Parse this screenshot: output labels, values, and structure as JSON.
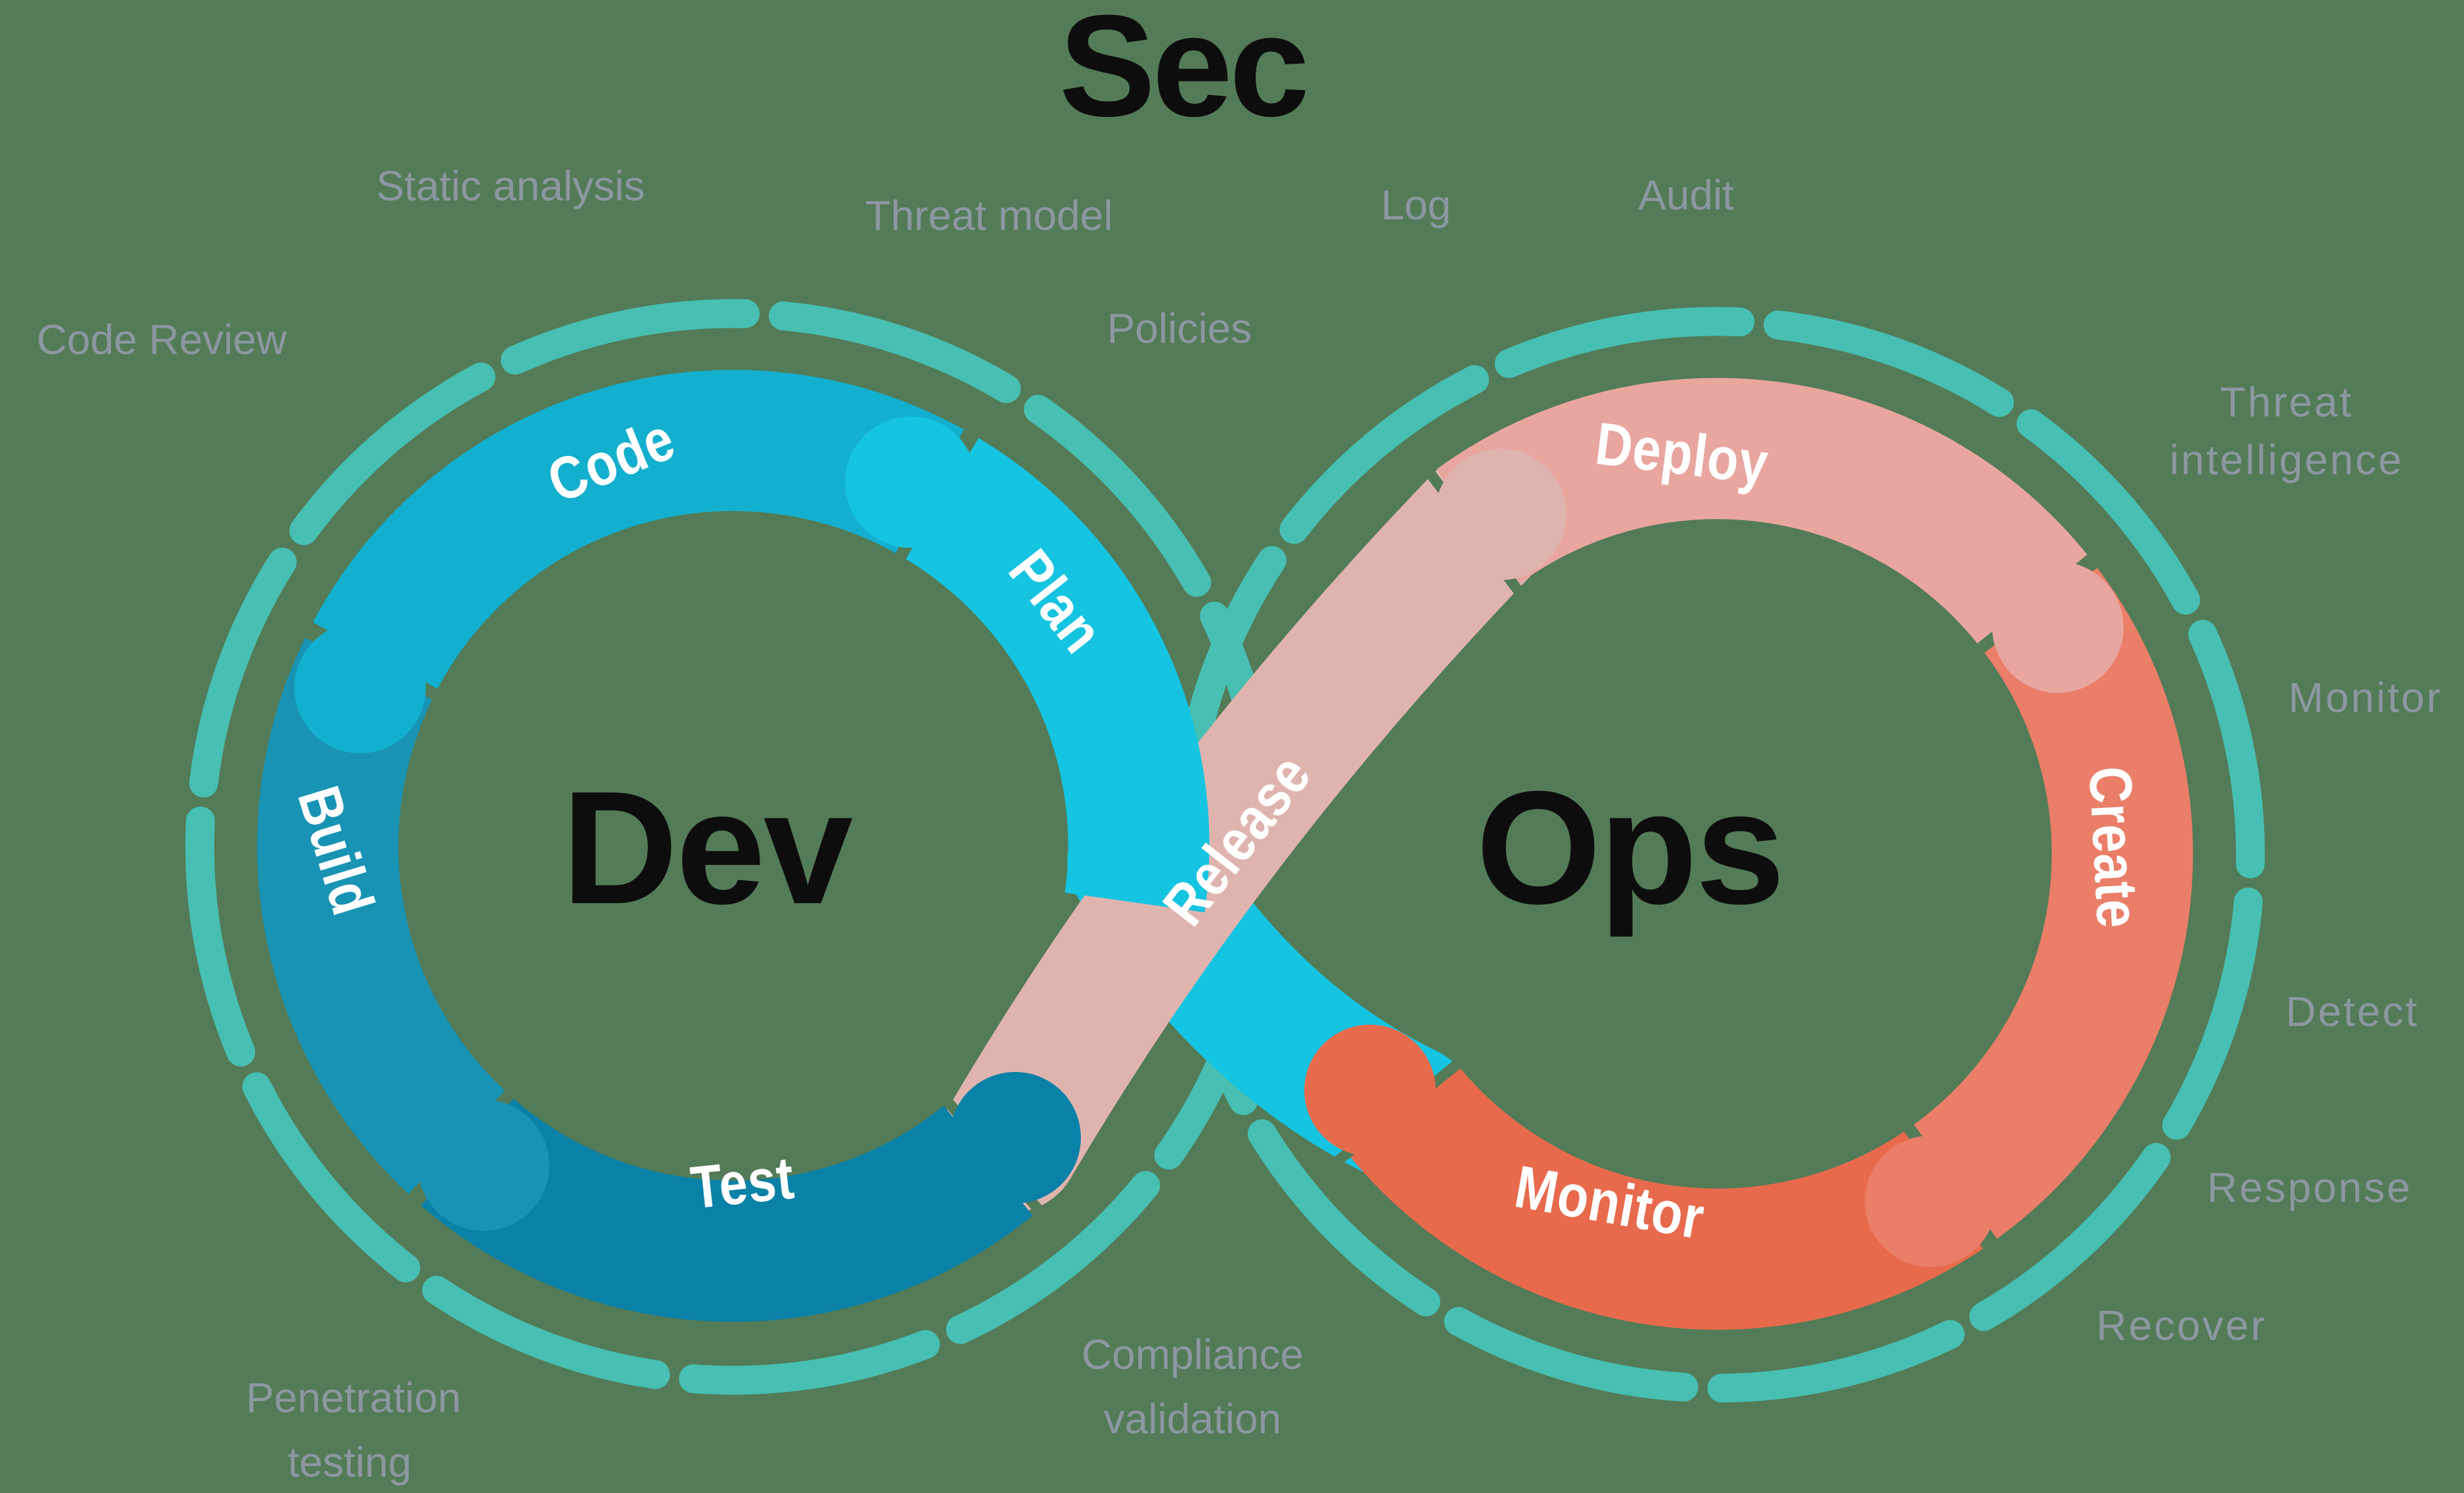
{
  "title": "Sec",
  "background_color": "#537B57",
  "colors": {
    "background": "#537B57",
    "dashed_arc": "#47BFB2",
    "segment_text": "#FFFFFF",
    "practice_text": "#8C98A1",
    "core_text": "#0D0D0D"
  },
  "loops": {
    "dev": {
      "label": "Dev"
    },
    "ops": {
      "label": "Ops"
    }
  },
  "segments": {
    "plan": {
      "label": "Plan",
      "color": "#15C4E1"
    },
    "code": {
      "label": "Code",
      "color": "#13AFCE"
    },
    "build": {
      "label": "Build",
      "color": "#1893B4"
    },
    "test": {
      "label": "Test",
      "color": "#0A81A6"
    },
    "release": {
      "label": "Release",
      "color": "#DFB4AF"
    },
    "deploy": {
      "label": "Deploy",
      "color": "#E8A69F"
    },
    "create": {
      "label": "Create",
      "color": "#EA7E68"
    },
    "monitor": {
      "label": "Monitor",
      "color": "#E86A4C"
    }
  },
  "practices": {
    "static_analysis": "Static analysis",
    "threat_model": "Threat model",
    "log": "Log",
    "audit": "Audit",
    "code_review": "Code Review",
    "policies": "Policies",
    "threat_intelligence_line1": "Threat",
    "threat_intelligence_line2": "intelligence",
    "monitor_right": "Monitor",
    "detect": "Detect",
    "response": "Response",
    "recover": "Recover",
    "compliance_line1": "Compliance",
    "compliance_line2": "validation",
    "penetration_line1": "Penetration",
    "penetration_line2": "testing"
  }
}
